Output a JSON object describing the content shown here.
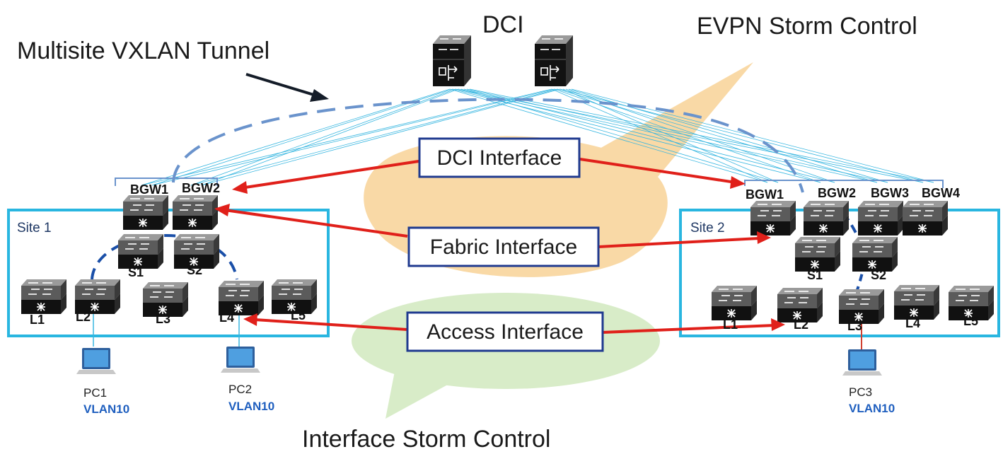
{
  "titles": {
    "dci": "DCI",
    "evpn_storm": "EVPN Storm Control",
    "multisite_tunnel": "Multisite VXLAN Tunnel",
    "interface_storm": "Interface Storm Control"
  },
  "boxes": {
    "dci_interface": "DCI Interface",
    "fabric_interface": "Fabric Interface",
    "access_interface": "Access Interface"
  },
  "site1": {
    "name": "Site 1",
    "bgw1": "BGW1",
    "bgw2": "BGW2",
    "s1": "S1",
    "s2": "S2",
    "l1": "L1",
    "l2": "L2",
    "l3": "L3",
    "l4": "L4",
    "l5": "L5",
    "pc1": "PC1",
    "pc1_vlan": "VLAN10",
    "pc2": "PC2",
    "pc2_vlan": "VLAN10"
  },
  "site2": {
    "name": "Site 2",
    "bgw1": "BGW1",
    "bgw2": "BGW2",
    "bgw3": "BGW3",
    "bgw4": "BGW4",
    "s1": "S1",
    "s2": "S2",
    "l1": "L1",
    "l2": "L2",
    "l3": "L3",
    "l4": "L4",
    "l5": "L5",
    "pc3": "PC3",
    "pc3_vlan": "VLAN10"
  },
  "colors": {
    "site_border": "#29b6e0",
    "arrow": "#e0201a",
    "tunnel": "#6a93cc",
    "dashed_blue": "#1a4fa8",
    "evpn_bubble": "#f9d9a6",
    "interface_bubble": "#d8ecc8",
    "box_border": "#1f3a8f",
    "vlan_text": "#1f5fbf"
  },
  "icons": {
    "dci_router": "dci-router-icon",
    "switch": "switch-icon",
    "pc": "laptop-icon"
  }
}
